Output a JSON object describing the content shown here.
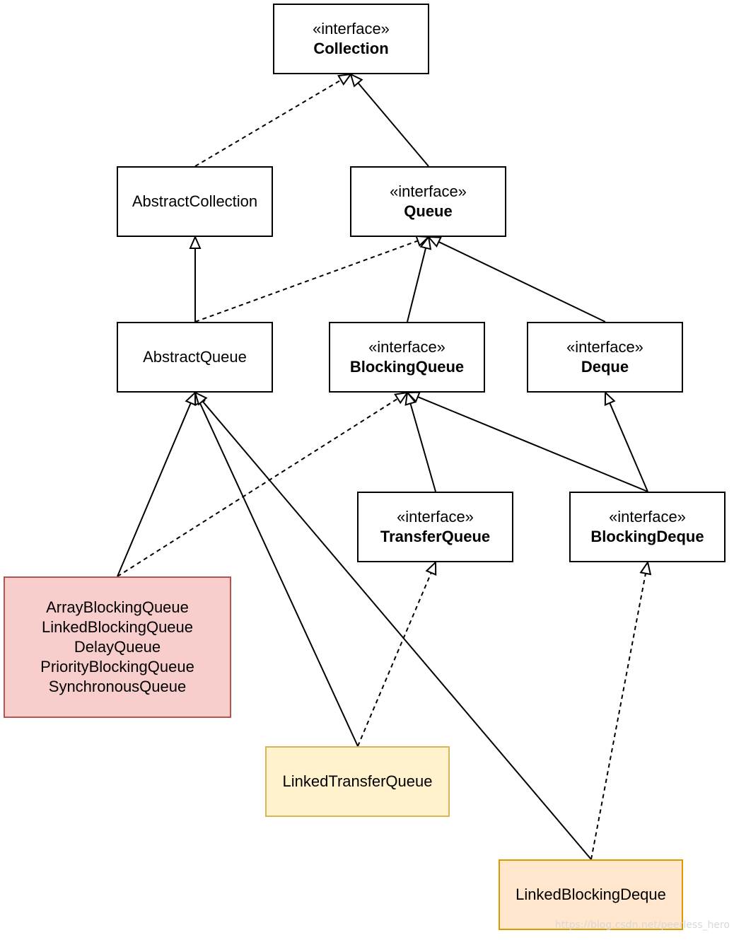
{
  "nodes": {
    "collection": {
      "stereotype": "«interface»",
      "name": "Collection"
    },
    "abstract_collection": {
      "name": "AbstractCollection"
    },
    "queue": {
      "stereotype": "«interface»",
      "name": "Queue"
    },
    "abstract_queue": {
      "name": "AbstractQueue"
    },
    "blocking_queue": {
      "stereotype": "«interface»",
      "name": "BlockingQueue"
    },
    "deque": {
      "stereotype": "«interface»",
      "name": "Deque"
    },
    "transfer_queue": {
      "stereotype": "«interface»",
      "name": "TransferQueue"
    },
    "blocking_deque": {
      "stereotype": "«interface»",
      "name": "BlockingDeque"
    },
    "impl_group": {
      "names": [
        "ArrayBlockingQueue",
        "LinkedBlockingQueue",
        "DelayQueue",
        "PriorityBlockingQueue",
        "SynchronousQueue"
      ]
    },
    "linked_transfer_queue": {
      "name": "LinkedTransferQueue"
    },
    "linked_blocking_deque": {
      "name": "LinkedBlockingDeque"
    }
  },
  "edges": [
    {
      "from": "abstract_collection",
      "to": "collection",
      "kind": "realization"
    },
    {
      "from": "queue",
      "to": "collection",
      "kind": "generalization"
    },
    {
      "from": "abstract_queue",
      "to": "abstract_collection",
      "kind": "generalization"
    },
    {
      "from": "abstract_queue",
      "to": "queue",
      "kind": "realization"
    },
    {
      "from": "blocking_queue",
      "to": "queue",
      "kind": "generalization"
    },
    {
      "from": "deque",
      "to": "queue",
      "kind": "generalization"
    },
    {
      "from": "impl_group",
      "to": "abstract_queue",
      "kind": "generalization"
    },
    {
      "from": "impl_group",
      "to": "blocking_queue",
      "kind": "realization"
    },
    {
      "from": "transfer_queue",
      "to": "blocking_queue",
      "kind": "generalization"
    },
    {
      "from": "blocking_deque",
      "to": "blocking_queue",
      "kind": "generalization"
    },
    {
      "from": "blocking_deque",
      "to": "deque",
      "kind": "generalization"
    },
    {
      "from": "linked_transfer_queue",
      "to": "abstract_queue",
      "kind": "generalization"
    },
    {
      "from": "linked_transfer_queue",
      "to": "transfer_queue",
      "kind": "realization"
    },
    {
      "from": "linked_blocking_deque",
      "to": "abstract_queue",
      "kind": "generalization"
    },
    {
      "from": "linked_blocking_deque",
      "to": "blocking_deque",
      "kind": "realization"
    }
  ],
  "colors": {
    "impl_group_fill": "#f8cecc",
    "impl_group_border": "#b85450",
    "linked_transfer_queue_fill": "#fff2cc",
    "linked_transfer_queue_border": "#d6b656",
    "linked_blocking_deque_fill": "#ffe6cc",
    "linked_blocking_deque_border": "#d79b00"
  },
  "watermark": "https://blog.csdn.net/peerless_hero"
}
